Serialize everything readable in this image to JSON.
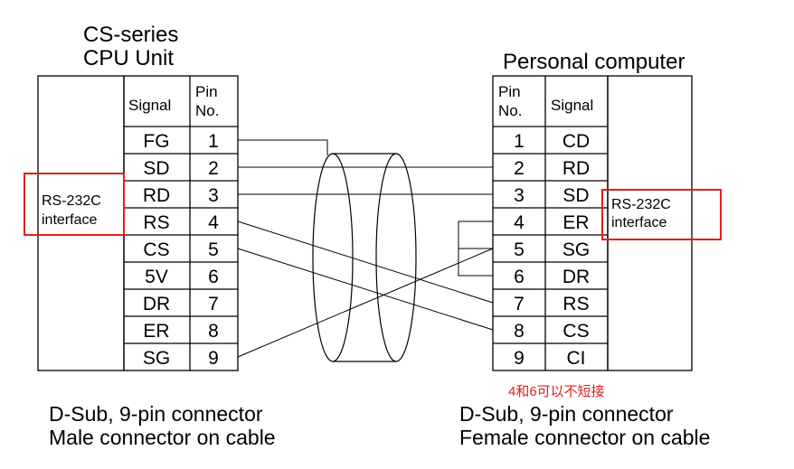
{
  "left": {
    "title_line1": "CS-series",
    "title_line2": "CPU Unit",
    "header_signal": "Signal",
    "header_pin_line1": "Pin",
    "header_pin_line2": "No.",
    "interface_line1": "RS-232C",
    "interface_line2": "interface",
    "rows": [
      {
        "signal": "FG",
        "pin": "1"
      },
      {
        "signal": "SD",
        "pin": "2"
      },
      {
        "signal": "RD",
        "pin": "3"
      },
      {
        "signal": "RS",
        "pin": "4"
      },
      {
        "signal": "CS",
        "pin": "5"
      },
      {
        "signal": "5V",
        "pin": "6"
      },
      {
        "signal": "DR",
        "pin": "7"
      },
      {
        "signal": "ER",
        "pin": "8"
      },
      {
        "signal": "SG",
        "pin": "9"
      }
    ],
    "footer_line1": "D-Sub, 9-pin connector",
    "footer_line2": "Male connector on cable"
  },
  "right": {
    "title": "Personal computer",
    "header_signal": "Signal",
    "header_pin_line1": "Pin",
    "header_pin_line2": "No.",
    "interface_line1": "RS-232C",
    "interface_line2": "interface",
    "rows": [
      {
        "pin": "1",
        "signal": "CD"
      },
      {
        "pin": "2",
        "signal": "RD"
      },
      {
        "pin": "3",
        "signal": "SD"
      },
      {
        "pin": "4",
        "signal": "ER"
      },
      {
        "pin": "5",
        "signal": "SG"
      },
      {
        "pin": "6",
        "signal": "DR"
      },
      {
        "pin": "7",
        "signal": "RS"
      },
      {
        "pin": "8",
        "signal": "CS"
      },
      {
        "pin": "9",
        "signal": "CI"
      }
    ],
    "footer_line1": "D-Sub, 9-pin connector",
    "footer_line2": "Female connector on cable"
  },
  "note": "4和6可以不短接",
  "colors": {
    "highlight": "#e02020",
    "note": "#e02020",
    "line": "#000000"
  },
  "connections": [
    {
      "from_pin": "2",
      "to_pin": "2"
    },
    {
      "from_pin": "3",
      "to_pin": "3"
    },
    {
      "from_pin": "4",
      "to_pin": "7"
    },
    {
      "from_pin": "5",
      "to_pin": "8"
    },
    {
      "from_pin": "9",
      "to_pin": "5"
    }
  ],
  "shield": {
    "from_pin": "1"
  },
  "jumper": {
    "pins": [
      "4",
      "5",
      "6"
    ]
  }
}
